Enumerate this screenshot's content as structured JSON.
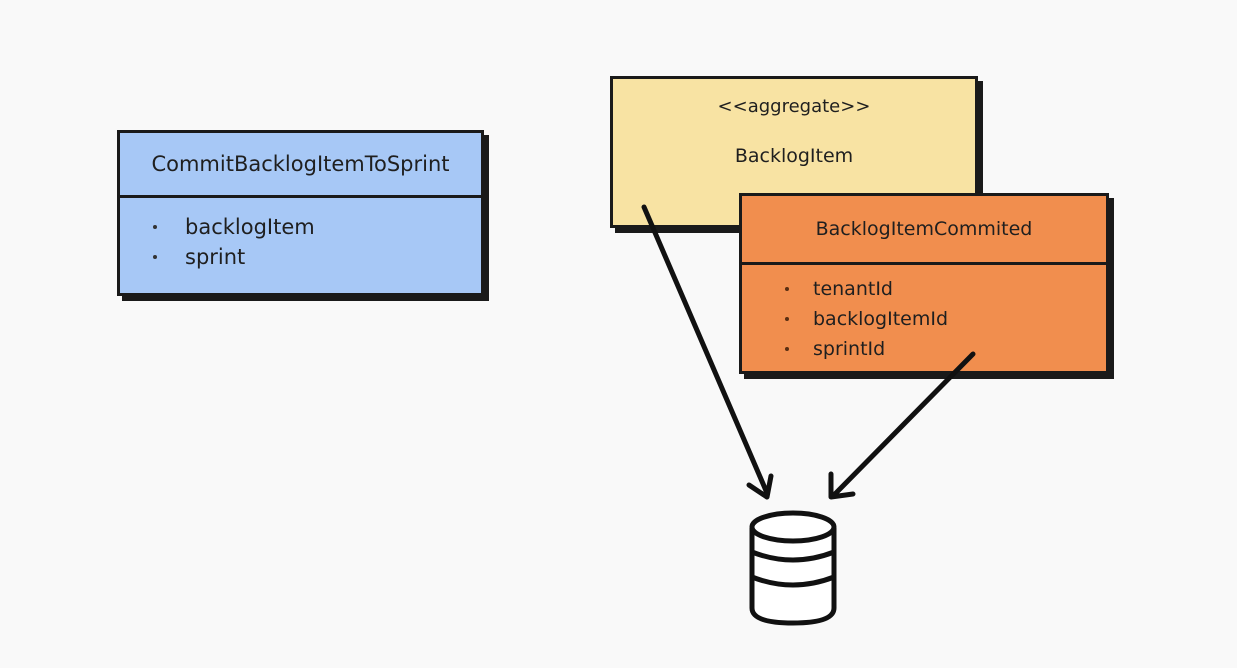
{
  "command": {
    "title": "CommitBacklogItemToSprint",
    "fields": [
      "backlogItem",
      "sprint"
    ],
    "color": "#a7c8f6"
  },
  "aggregate": {
    "stereotype": "<<aggregate>>",
    "name": "BacklogItem",
    "color": "#f8e3a3"
  },
  "event": {
    "title": "BacklogItemCommited",
    "fields": [
      "tenantId",
      "backlogItemId",
      "sprintId"
    ],
    "color": "#f18e4e"
  },
  "icons": {
    "store": "database-icon",
    "arrows": [
      "arrow-aggregate-to-store",
      "arrow-event-to-store"
    ]
  }
}
